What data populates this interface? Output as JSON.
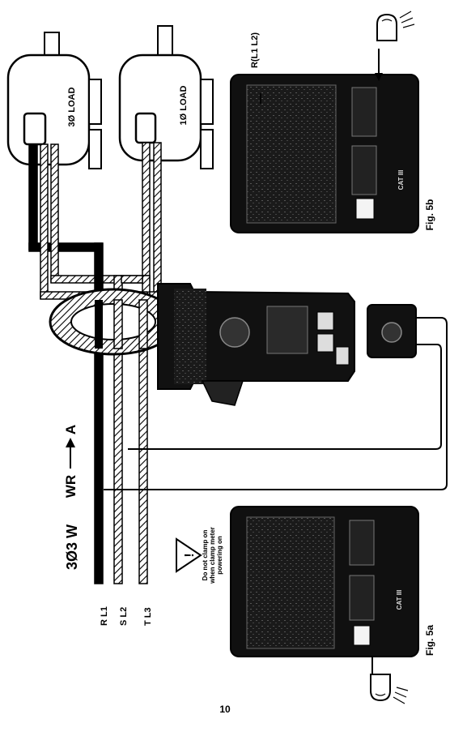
{
  "page_number": "10",
  "system_label": "3Ø3 W",
  "wr_label": "WR",
  "arrow_target": "A",
  "line_labels": [
    "R L1",
    "S L2",
    "T L3"
  ],
  "loads": [
    {
      "label": "3Ø LOAD"
    },
    {
      "label": "1Ø LOAD"
    }
  ],
  "warning_lines": [
    "Do not clamp on",
    "when clamp meter",
    "powering on"
  ],
  "fig_a": {
    "caption": "Fig. 5a",
    "cat_label": "CAT III"
  },
  "fig_b": {
    "caption": "Fig. 5b",
    "cat_label": "CAT III",
    "reading_label": "R(L1 L2)"
  },
  "colors": {
    "ink": "#000000",
    "device": "#111111",
    "paper": "#ffffff"
  },
  "icons": [
    "thumb-icon",
    "warning-triangle-icon",
    "arrow-right-icon"
  ]
}
